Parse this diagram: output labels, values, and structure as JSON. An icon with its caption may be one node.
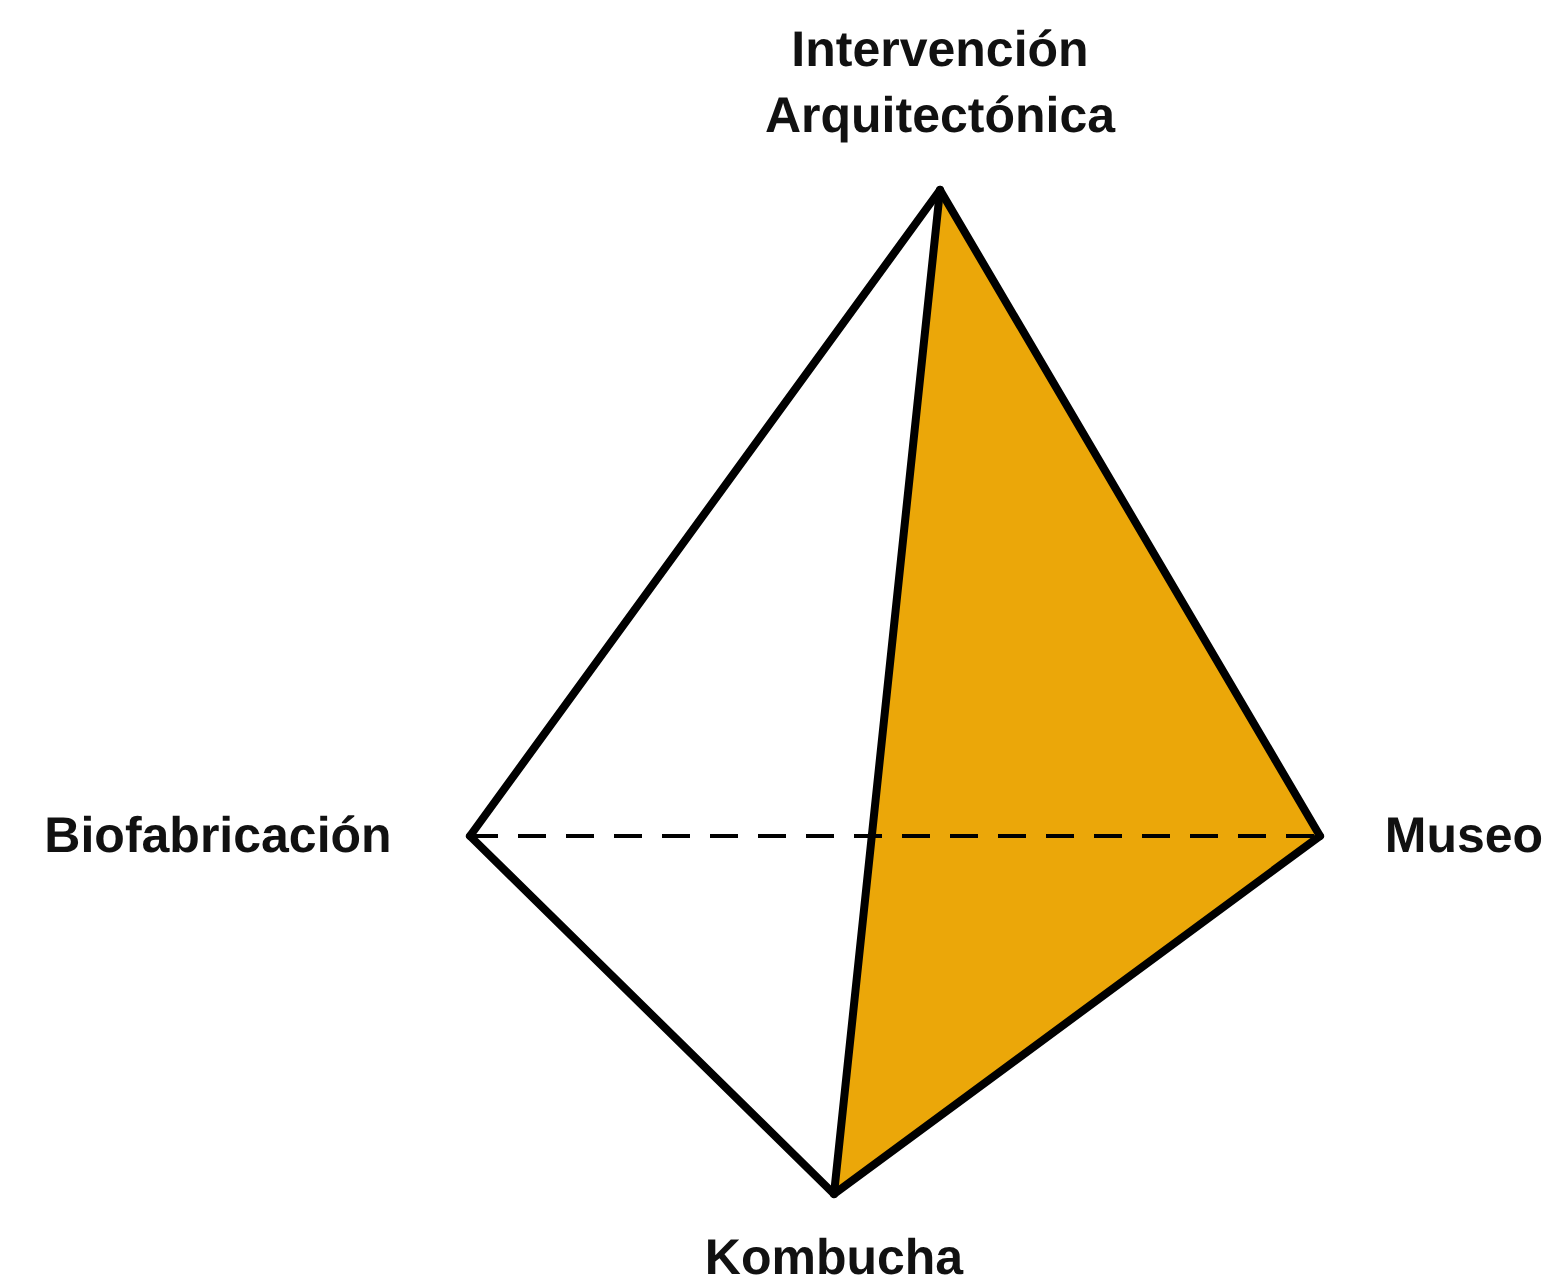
{
  "diagram": {
    "nodes": [
      {
        "text": [
          "Intervención Arquitectónica"
        ]
      },
      {
        "text": [
          "Biofabricación"
        ]
      },
      {
        "text": [
          "Museo"
        ]
      },
      {
        "text": [
          "Kombucha"
        ]
      }
    ],
    "edges": [
      {
        "from": 0,
        "to": 1,
        "arrow": "none"
      },
      {
        "from": 0,
        "to": 3,
        "arrow": "none"
      },
      {
        "from": 0,
        "to": 2,
        "arrow": "none"
      },
      {
        "from": 1,
        "to": 3,
        "arrow": "none"
      },
      {
        "from": 3,
        "to": 2,
        "arrow": "none"
      },
      {
        "from": 1,
        "to": 2,
        "arrow": "none",
        "style": "dashed"
      }
    ]
  }
}
